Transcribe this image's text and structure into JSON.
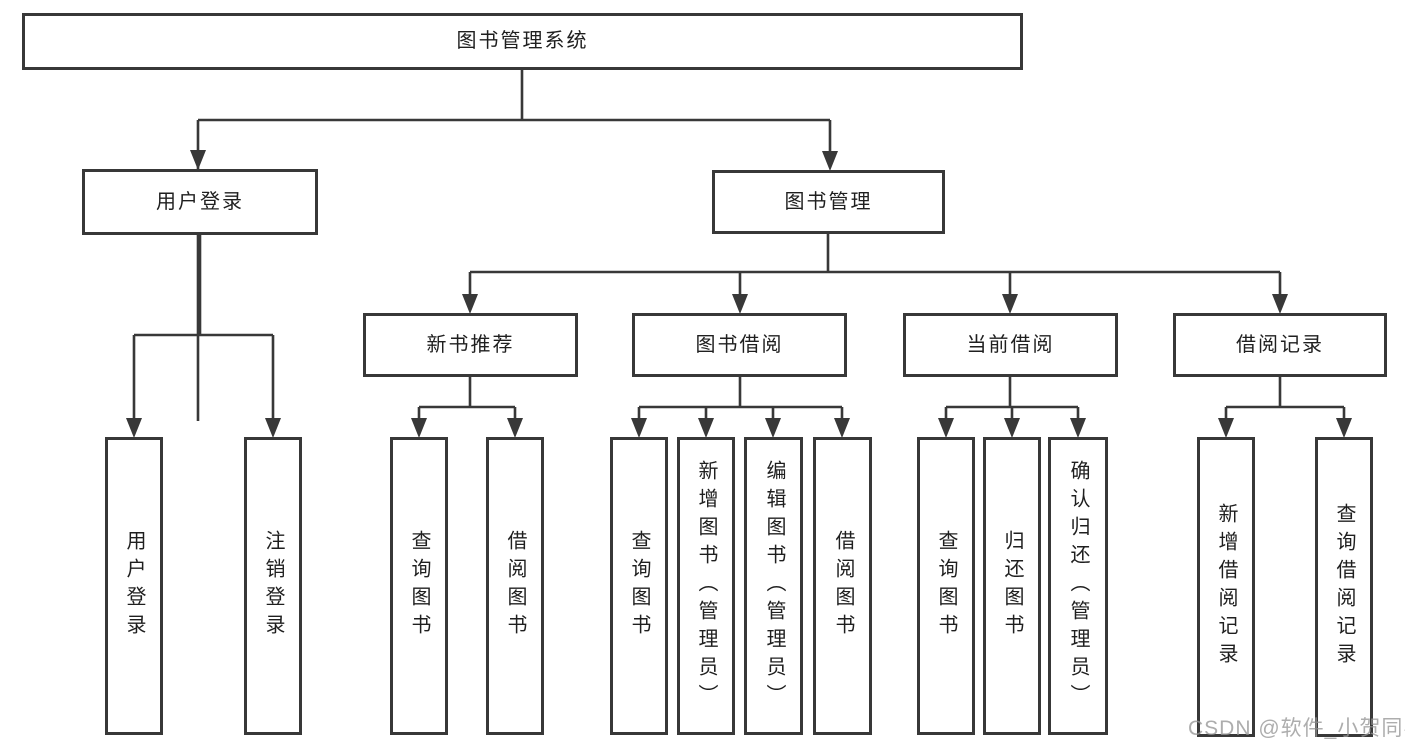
{
  "watermark": "CSDN @软件_小贺同学",
  "colors": {
    "line": "#383838",
    "text": "#1f1f1f",
    "box_background": "#ffffff",
    "watermark": "#969696"
  },
  "chart_data": {
    "type": "tree-diagram",
    "title": "图书管理系统"
  },
  "tree": {
    "root": "图书管理系统",
    "branches": [
      {
        "label": "用户登录",
        "children": [
          {
            "label": "用户登录"
          },
          {
            "label": "注销登录"
          }
        ]
      },
      {
        "label": "图书管理",
        "children": [
          {
            "label": "新书推荐",
            "children": [
              {
                "label": "查询图书"
              },
              {
                "label": "借阅图书"
              }
            ]
          },
          {
            "label": "图书借阅",
            "children": [
              {
                "label": "查询图书"
              },
              {
                "label": "新增图书（管理员）"
              },
              {
                "label": "编辑图书（管理员）"
              },
              {
                "label": "借阅图书"
              }
            ]
          },
          {
            "label": "当前借阅",
            "children": [
              {
                "label": "查询图书"
              },
              {
                "label": "归还图书"
              },
              {
                "label": "确认归还（管理员）"
              }
            ]
          },
          {
            "label": "借阅记录",
            "children": [
              {
                "label": "新增借阅记录"
              },
              {
                "label": "查询借阅记录"
              }
            ]
          }
        ]
      }
    ]
  }
}
